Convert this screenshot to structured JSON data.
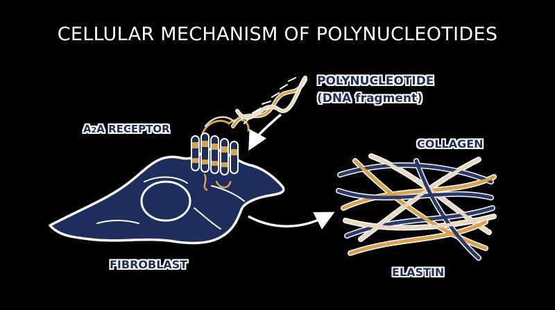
{
  "title": "CELLULAR MECHANISM OF POLYNUCLEOTIDES",
  "labels": {
    "polynucleotide": "POLYNUCLEOTIDE",
    "dna_fragment": "(DNA fragment)",
    "receptor_prefix": "A",
    "receptor_sub": "2",
    "receptor_suffix": "A RECEPTOR",
    "collagen": "COLLAGEN",
    "fibroblast": "FIBROBLAST",
    "elastin": "ELASTIN"
  },
  "colors": {
    "background": "#000000",
    "cell": "#1d2d5c",
    "outline": "#ffffff",
    "gold": "#d9a24e",
    "beige": "#e9d8bf",
    "navy_fiber": "#2a3a6b"
  }
}
